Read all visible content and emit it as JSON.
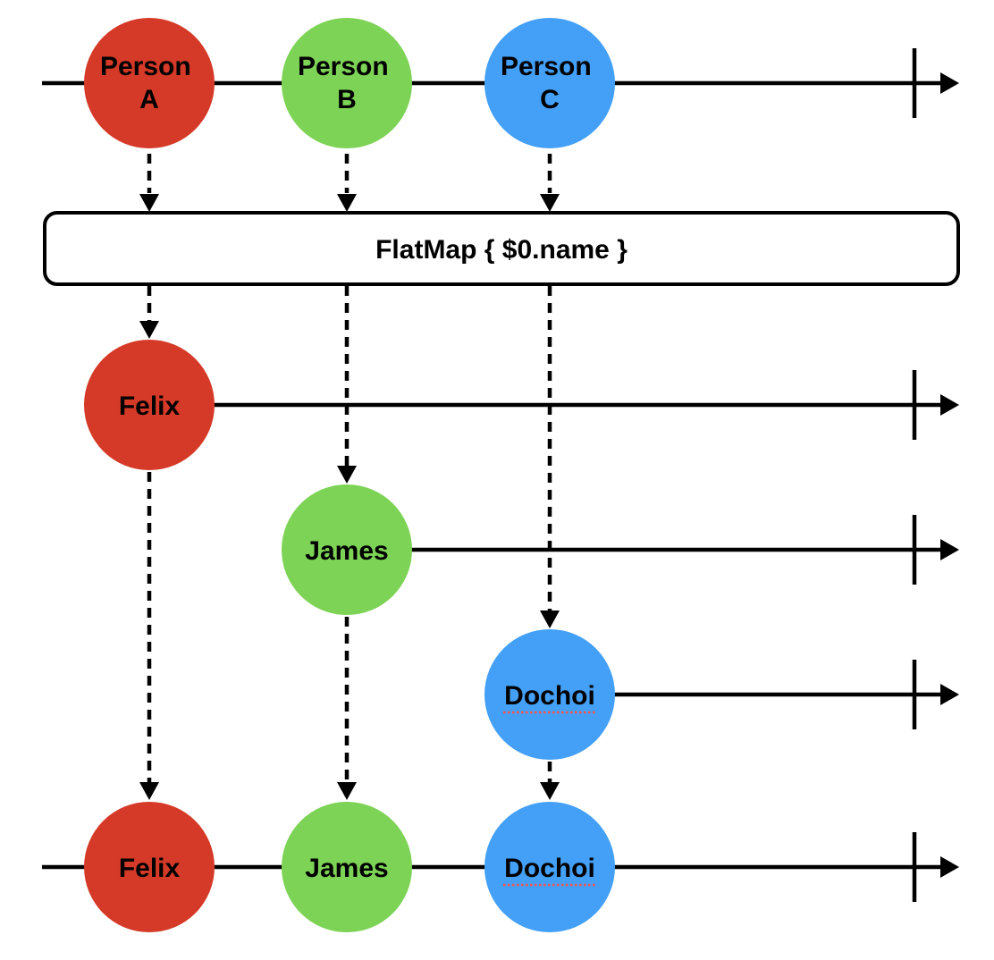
{
  "colors": {
    "event_red": "#d53a28",
    "event_green": "#7dd355",
    "event_blue": "#43a0f6",
    "line_black": "#000000",
    "background": "#ffffff",
    "spellcheck_underline": "#ff5148"
  },
  "source_stream": {
    "events": [
      {
        "name": "Person A",
        "line1": "Person",
        "line2": "A",
        "color": "#d53a28"
      },
      {
        "name": "Person B",
        "line1": "Person",
        "line2": "B",
        "color": "#7dd355"
      },
      {
        "name": "Person C",
        "line1": "Person",
        "line2": "C",
        "color": "#43a0f6"
      }
    ]
  },
  "operator": {
    "label": "FlatMap { $0.name }"
  },
  "inner_streams": [
    {
      "label": "Felix",
      "color": "#d53a28"
    },
    {
      "label": "James",
      "color": "#7dd355"
    },
    {
      "label": "Dochoi",
      "color": "#43a0f6"
    }
  ],
  "output_stream": {
    "events": [
      {
        "label": "Felix",
        "color": "#d53a28"
      },
      {
        "label": "James",
        "color": "#7dd355"
      },
      {
        "label": "Dochoi",
        "color": "#43a0f6"
      }
    ]
  }
}
